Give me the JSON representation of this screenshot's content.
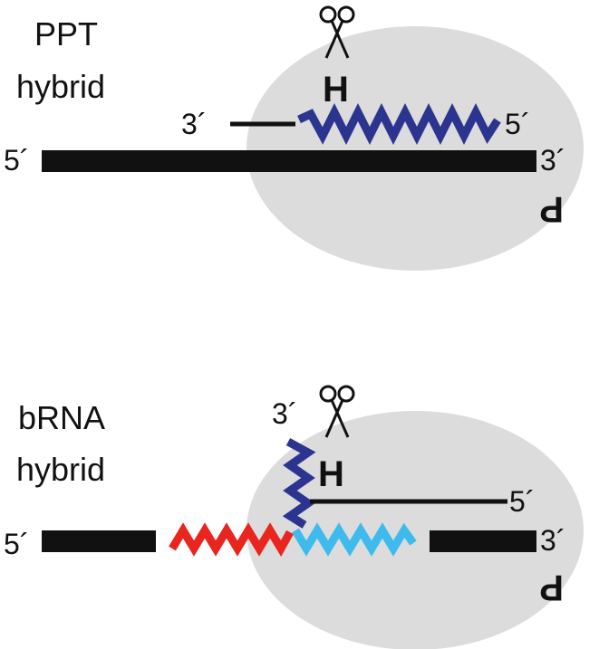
{
  "panels": [
    {
      "label_line1": "PPT",
      "label_line2": "hybrid",
      "enzyme_label": "H",
      "polymerase_label": "P",
      "primer_3prime": "3´",
      "rna_5prime": "5´",
      "template_5prime": "5´",
      "template_3prime": "3´",
      "icon": "scissors-icon"
    },
    {
      "label_line1": "bRNA",
      "label_line2": "hybrid",
      "enzyme_label": "H",
      "polymerase_label": "P",
      "branch_3prime": "3´",
      "strand_5prime": "5´",
      "template_5prime": "5´",
      "template_3prime": "3´",
      "icon": "scissors-icon"
    }
  ],
  "colors": {
    "ellipse": "#dcdcdc",
    "dna": "#111111",
    "rna_dark_blue": "#2b3590",
    "rna_red": "#e8251e",
    "rna_light_blue": "#3ebbec"
  }
}
